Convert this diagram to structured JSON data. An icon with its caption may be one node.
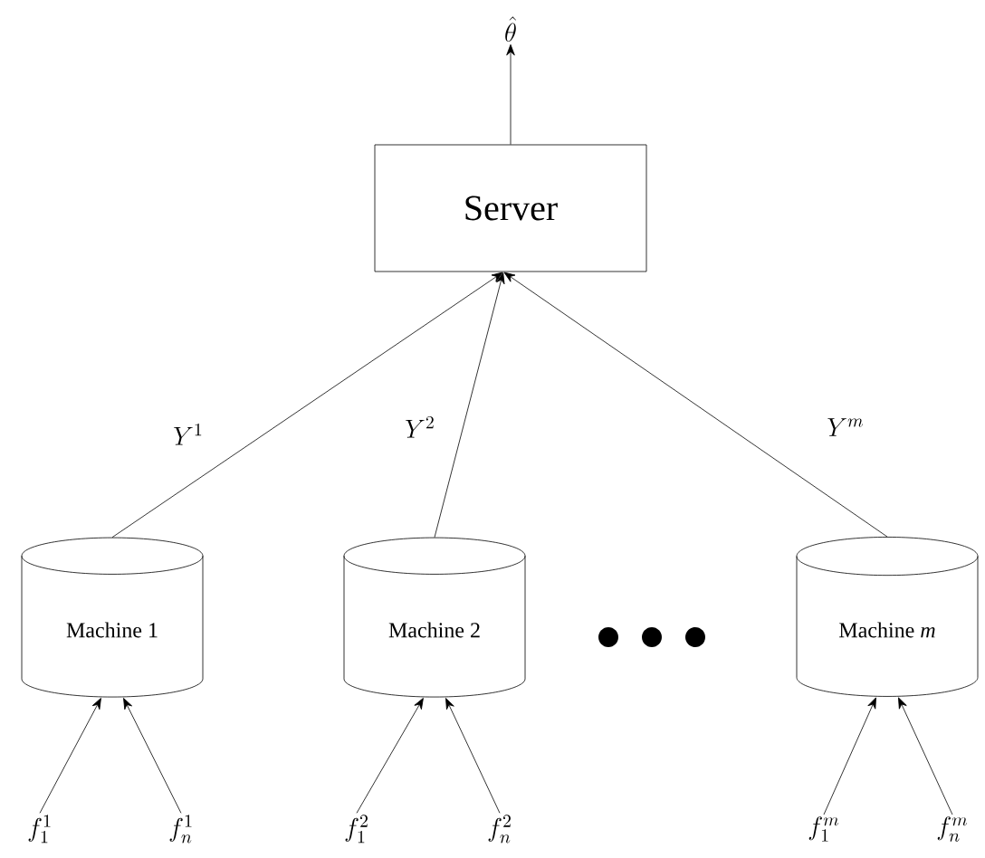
{
  "diagram": {
    "nodes": [
      {
        "text": [
          "\\hat{\\theta}"
        ]
      },
      {
        "text": [
          "Server"
        ]
      },
      {
        "text": [
          "Machine 1"
        ]
      },
      {
        "text": [
          "Machine 2"
        ]
      },
      {
        "text": [
          "Machine *m*"
        ]
      },
      {
        "text": [
          "f_{1}^{1}"
        ]
      },
      {
        "text": [
          "f_{n}^{1}"
        ]
      },
      {
        "text": [
          "f_{1}^{2}"
        ]
      },
      {
        "text": [
          "f_{n}^{2}"
        ]
      },
      {
        "text": [
          "f_{1}^{m}"
        ]
      },
      {
        "text": [
          "f_{n}^{m}"
        ]
      }
    ],
    "edges": [
      {
        "from": 1,
        "to": 0,
        "arrow": "to"
      },
      {
        "from": 2,
        "to": 1,
        "arrow": "to",
        "label": "Y^{1}"
      },
      {
        "from": 3,
        "to": 1,
        "arrow": "to",
        "label": "Y^{2}"
      },
      {
        "from": 4,
        "to": 1,
        "arrow": "to",
        "label": "Y^{m}"
      },
      {
        "from": 5,
        "to": 2,
        "arrow": "to"
      },
      {
        "from": 6,
        "to": 2,
        "arrow": "to"
      },
      {
        "from": 7,
        "to": 3,
        "arrow": "to"
      },
      {
        "from": 8,
        "to": 3,
        "arrow": "to"
      },
      {
        "from": 9,
        "to": 4,
        "arrow": "to"
      },
      {
        "from": 10,
        "to": 4,
        "arrow": "to"
      }
    ]
  }
}
